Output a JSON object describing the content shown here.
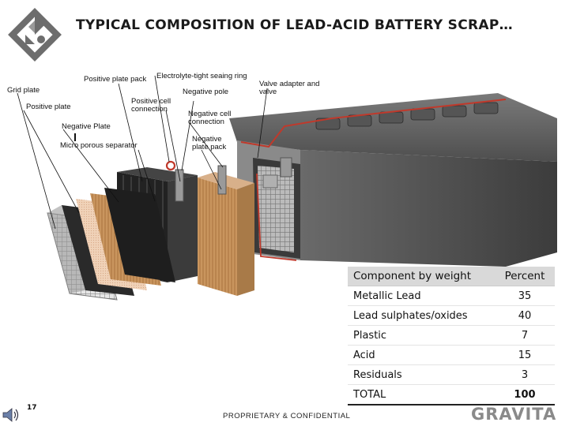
{
  "title": "TYPICAL COMPOSITION OF LEAD-ACID BATTERY SCRAP…",
  "labels": {
    "positive_plate_pack": "Positive plate pack",
    "electrolyte_ring": "Electrolyte-tight seaing ring",
    "valve_adapter": "Valve adapter and valve",
    "grid_plate": "Grid plate",
    "negative_pole": "Negative pole",
    "positive_plate": "Positive plate",
    "positive_cell_connection": "Positive cell connection",
    "negative_cell_connection": "Negative cell connection",
    "negative_plate": "Negative Plate",
    "micro_porous_separator": "Micro porous separator",
    "negative_plate_pack": "Negative plate pack"
  },
  "table": {
    "header": {
      "component": "Component by weight",
      "percent": "Percent"
    },
    "rows": [
      {
        "component": "Metallic Lead",
        "percent": "35"
      },
      {
        "component": "Lead sulphates/oxides",
        "percent": "40"
      },
      {
        "component": "Plastic",
        "percent": "7"
      },
      {
        "component": "Acid",
        "percent": "15"
      },
      {
        "component": "Residuals",
        "percent": "3"
      }
    ],
    "total": {
      "component": "TOTAL",
      "percent": "100"
    }
  },
  "page_number": "17",
  "footer": "PROPRIETARY & CONFIDENTIAL",
  "brand": "GRAVITA",
  "icons": [
    "logo-emblem-icon",
    "speaker-icon"
  ],
  "colors": {
    "table_header": "#d9d9d9",
    "brand": "#8a8a8a",
    "battery_case": "#5a5a5a",
    "plate_wood": "#c89a6a",
    "valve_red": "#c0392b"
  }
}
